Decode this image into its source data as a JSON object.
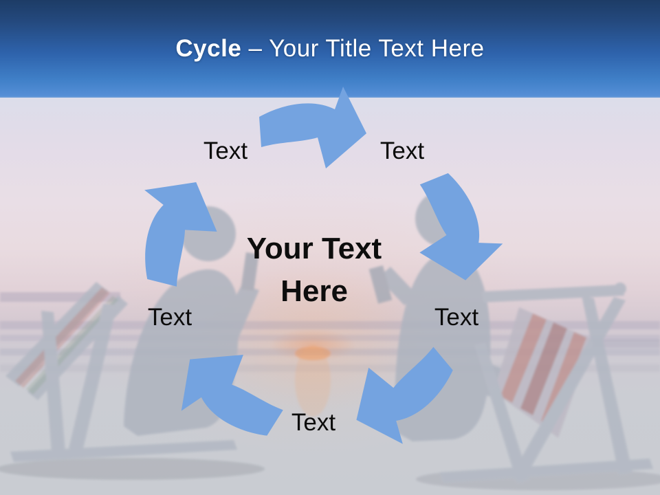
{
  "title": {
    "keyword": "Cycle",
    "separator": " – ",
    "text": "Your Title Text Here"
  },
  "center_placeholder": {
    "line1": "Your Text",
    "line2": "Here"
  },
  "cycle_labels": {
    "top_left": "Text",
    "top_right": "Text",
    "right": "Text",
    "bottom": "Text",
    "left": "Text"
  },
  "diagram": {
    "type": "cycle",
    "steps": 5,
    "direction": "clockwise",
    "arrow_color": "#74a3e0"
  },
  "colors": {
    "header_gradient_top": "#1d3c66",
    "header_gradient_bottom": "#558ed6",
    "title_color": "#ffffff",
    "label_color": "#0c0c0c"
  },
  "background": {
    "scene": "faded-beach-sunset-photo-two-people-toasting-in-deck-chairs"
  }
}
